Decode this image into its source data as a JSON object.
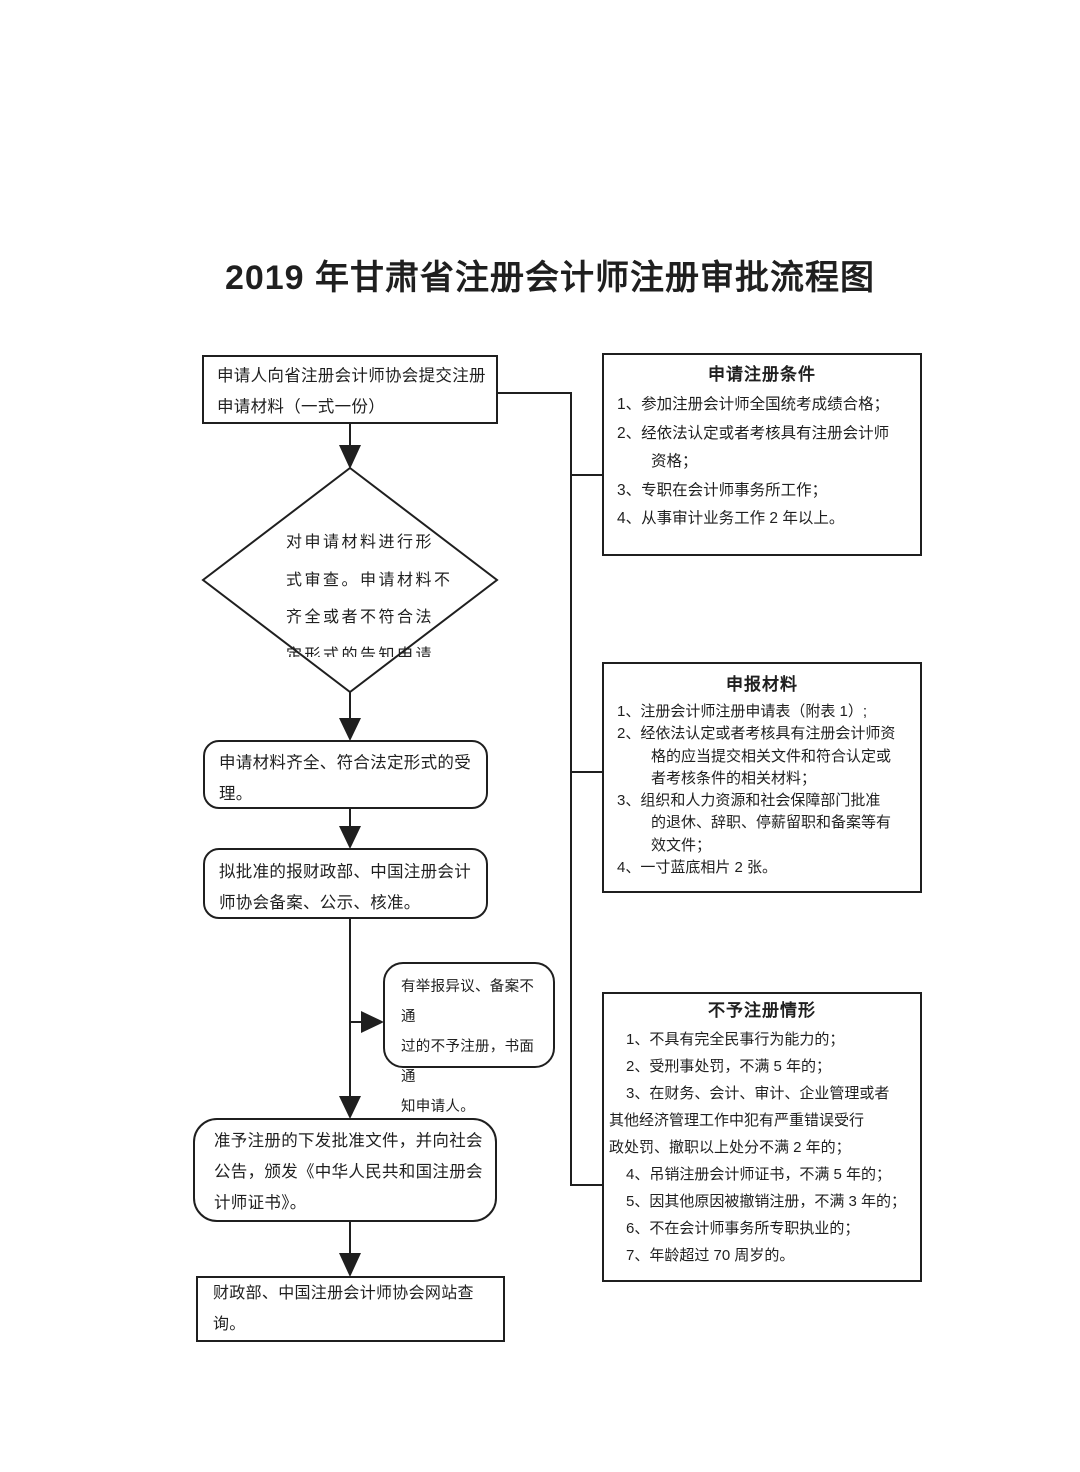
{
  "title": "2019 年甘肃省注册会计师注册审批流程图",
  "colors": {
    "ink": "#1f1f1f",
    "background": "#ffffff"
  },
  "flow": {
    "submit": {
      "lines": [
        "申请人向省注册会计师协会提交注册",
        "申请材料（一式一份）"
      ]
    },
    "formal_review": {
      "lines": [
        "对申请材料进行形",
        "式审查。申请材料不",
        "齐全或者不符合法",
        "定形式的告知申请"
      ]
    },
    "acceptance": {
      "lines": [
        "申请材料齐全、符合法定形式的受",
        "理。"
      ]
    },
    "record": {
      "lines": [
        "拟批准的报财政部、中国注册会计",
        "师协会备案、公示、核准。"
      ]
    },
    "reject_notice": {
      "lines": [
        "有举报异议、备案不通",
        "过的不予注册，书面通",
        "知申请人。"
      ]
    },
    "certificate": {
      "lines": [
        "准予注册的下发批准文件，并向社会",
        "公告，颁发《中华人民共和国注册会",
        "计师证书》。"
      ]
    },
    "query": {
      "lines": [
        "财政部、中国注册会计师协会网站查询。"
      ]
    }
  },
  "panels": {
    "conditions": {
      "title": "申请注册条件",
      "lines": [
        "1、参加注册会计师全国统考成绩合格；",
        "2、经依法认定或者考核具有注册会计师",
        "资格；",
        "3、专职在会计师事务所工作；",
        "4、从事审计业务工作 2 年以上。"
      ]
    },
    "materials": {
      "title": "申报材料",
      "lines": [
        "1、注册会计师注册申请表（附表 1）;",
        "2、经依法认定或者考核具有注册会计师资",
        "格的应当提交相关文件和符合认定或",
        "者考核条件的相关材料；",
        "3、组织和人力资源和社会保障部门批准",
        "的退休、辞职、停薪留职和备案等有",
        "效文件；",
        "4、一寸蓝底相片 2 张。"
      ]
    },
    "cases": {
      "title": "不予注册情形",
      "lines": [
        "1、不具有完全民事行为能力的；",
        "2、受刑事处罚，不满 5 年的；",
        "3、在财务、会计、审计、企业管理或者",
        "其他经济管理工作中犯有严重错误受行",
        "政处罚、撤职以上处分不满 2 年的；",
        "4、吊销注册会计师证书，不满 5 年的；",
        "5、因其他原因被撤销注册，不满 3 年的；",
        "6、不在会计师事务所专职执业的；",
        "7、年龄超过 70 周岁的。"
      ]
    }
  }
}
